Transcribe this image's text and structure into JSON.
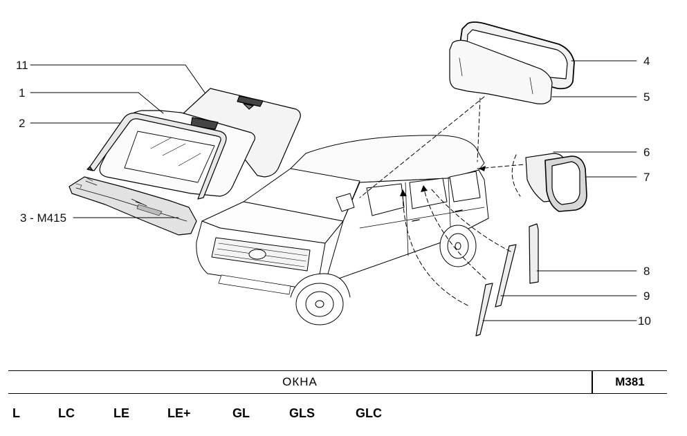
{
  "callouts": {
    "c1": "1",
    "c2": "2",
    "c3": "3 - M415",
    "c4": "4",
    "c5": "5",
    "c6": "6",
    "c7": "7",
    "c8": "8",
    "c9": "9",
    "c10": "10",
    "c11": "11"
  },
  "title": "ОКНА",
  "page_code": "M381",
  "trim_levels": [
    "L",
    "LC",
    "LE",
    "LE+",
    "GL",
    "GLS",
    "GLC"
  ]
}
